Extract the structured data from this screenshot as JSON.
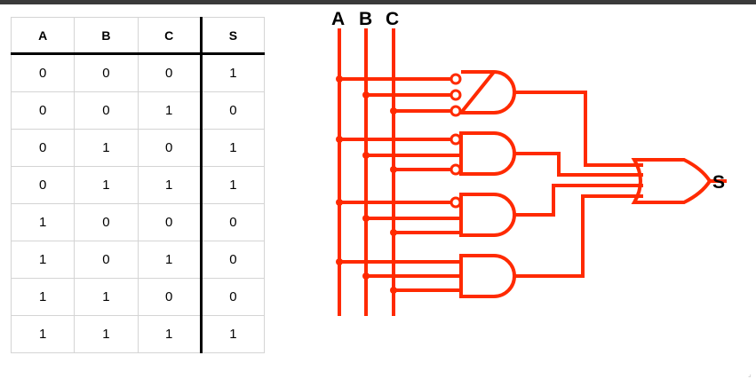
{
  "truth_table": {
    "headers": [
      "A",
      "B",
      "C",
      "S"
    ],
    "rows": [
      [
        "0",
        "0",
        "0",
        "1"
      ],
      [
        "0",
        "0",
        "1",
        "0"
      ],
      [
        "0",
        "1",
        "0",
        "1"
      ],
      [
        "0",
        "1",
        "1",
        "1"
      ],
      [
        "1",
        "0",
        "0",
        "0"
      ],
      [
        "1",
        "0",
        "1",
        "0"
      ],
      [
        "1",
        "1",
        "0",
        "0"
      ],
      [
        "1",
        "1",
        "1",
        "1"
      ]
    ]
  },
  "circuit": {
    "inputs": [
      "A",
      "B",
      "C"
    ],
    "output": "S",
    "wire_color": "#ff2a00",
    "gates": [
      {
        "type": "AND",
        "inverted_inputs": [
          "A",
          "B",
          "C"
        ]
      },
      {
        "type": "AND",
        "inverted_inputs": [
          "A",
          "C"
        ]
      },
      {
        "type": "AND",
        "inverted_inputs": [
          "A"
        ]
      },
      {
        "type": "AND",
        "inverted_inputs": []
      },
      {
        "type": "OR",
        "inverted_inputs": []
      }
    ]
  }
}
